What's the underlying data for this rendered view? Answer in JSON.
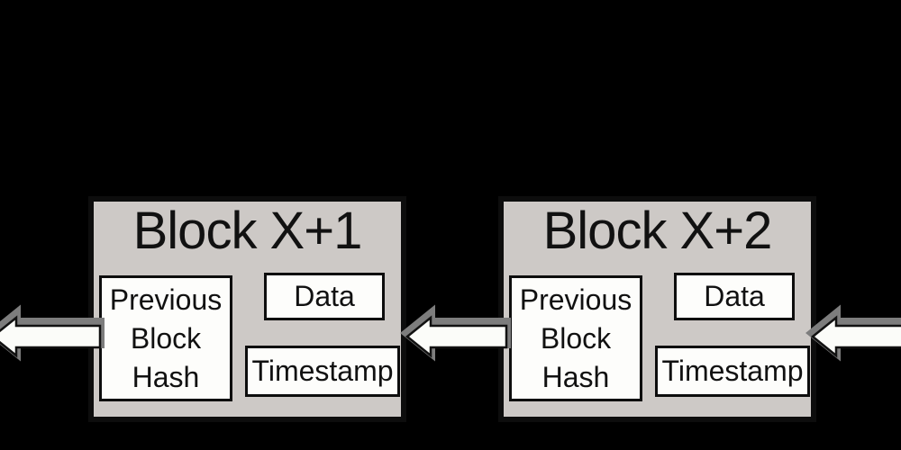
{
  "diagram": {
    "name": "blockchain-blocks-diagram",
    "background": "#000000",
    "colors": {
      "block_fill": "#cdc9c6",
      "block_border": "#0d0d0d",
      "box_fill": "#fdfdfb",
      "box_border": "#0d0d0d",
      "text": "#111111",
      "arrow_fill": "#fbfcf9",
      "arrow_outline": "#111111",
      "arrow_shadow": "#7d7d7d"
    },
    "blocks": [
      {
        "title": "Block X+1",
        "prev_lines": [
          "Previous",
          "Block",
          "Hash"
        ],
        "data_label": "Data",
        "timestamp_label": "Timestamp"
      },
      {
        "title": "Block X+2",
        "prev_lines": [
          "Previous",
          "Block",
          "Hash"
        ],
        "data_label": "Data",
        "timestamp_label": "Timestamp"
      }
    ],
    "arrows": [
      {
        "name": "arrow-out-left-edge",
        "direction": "left"
      },
      {
        "name": "arrow-block-x2-to-x1",
        "direction": "left"
      },
      {
        "name": "arrow-in-right-edge",
        "direction": "left"
      }
    ]
  }
}
